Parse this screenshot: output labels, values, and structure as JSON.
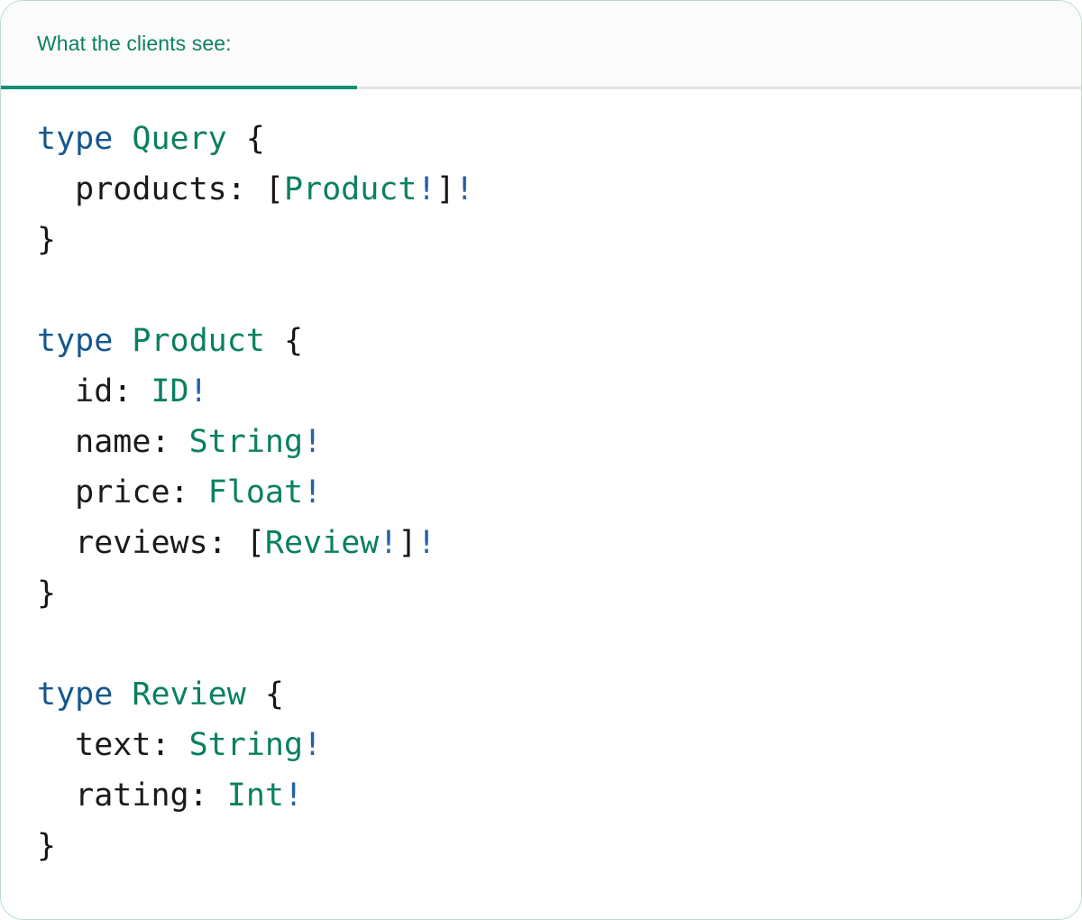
{
  "panel": {
    "border_color": "#b8ddca",
    "background": "#ffffff"
  },
  "tabbar": {
    "background": "#fbfbfb",
    "divider_color": "#e3e3e5",
    "active_tab": {
      "label": "What the clients see:",
      "color": "#0d8060",
      "underline_color": "#0f9173"
    }
  },
  "theme": {
    "keyword": "#15578e",
    "typename": "#0a8060",
    "field": "#1a1a1e",
    "punctuation": "#15161a",
    "nonnull": "#2262a6"
  },
  "code": {
    "language": "graphql",
    "text": "type Query {\n  products: [Product!]!\n}\n\ntype Product {\n  id: ID!\n  name: String!\n  price: Float!\n  reviews: [Review!]!\n}\n\ntype Review {\n  text: String!\n  rating: Int!\n}",
    "lines": [
      {
        "kw": "type",
        "name": "Query",
        "open": " {"
      },
      {
        "indent": "  ",
        "field": "products",
        "colon": ": ",
        "lb": "[",
        "type": "Product",
        "bang1": "!",
        "rb": "]",
        "bang2": "!"
      },
      {
        "close": "}"
      },
      {
        "blank": ""
      },
      {
        "kw": "type",
        "name": "Product",
        "open": " {"
      },
      {
        "indent": "  ",
        "field": "id",
        "colon": ": ",
        "type": "ID",
        "bang1": "!"
      },
      {
        "indent": "  ",
        "field": "name",
        "colon": ": ",
        "type": "String",
        "bang1": "!"
      },
      {
        "indent": "  ",
        "field": "price",
        "colon": ": ",
        "type": "Float",
        "bang1": "!"
      },
      {
        "indent": "  ",
        "field": "reviews",
        "colon": ": ",
        "lb": "[",
        "type": "Review",
        "bang1": "!",
        "rb": "]",
        "bang2": "!"
      },
      {
        "close": "}"
      },
      {
        "blank": ""
      },
      {
        "kw": "type",
        "name": "Review",
        "open": " {"
      },
      {
        "indent": "  ",
        "field": "text",
        "colon": ": ",
        "type": "String",
        "bang1": "!"
      },
      {
        "indent": "  ",
        "field": "rating",
        "colon": ": ",
        "type": "Int",
        "bang1": "!"
      },
      {
        "close": "}"
      }
    ]
  }
}
